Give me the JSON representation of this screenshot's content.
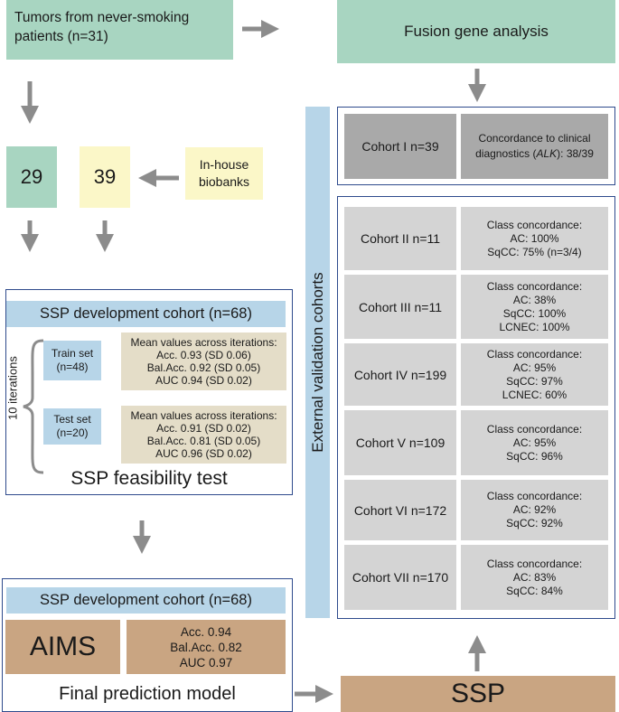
{
  "boxes": {
    "tumors": "Tumors from never-smoking patients (n=31)",
    "fusion": "Fusion gene analysis",
    "n29": "29",
    "n39": "39",
    "inhouse": "In-house biobanks"
  },
  "feasibility": {
    "cohort_title": "SSP development cohort (n=68)",
    "iterations": "10 iterations",
    "train_label": [
      "Train set",
      "(n=48)"
    ],
    "train_stats": [
      "Mean values across iterations:",
      "Acc. 0.93 (SD 0.06)",
      "Bal.Acc. 0.92 (SD 0.05)",
      "AUC 0.94 (SD 0.02)"
    ],
    "test_label": [
      "Test set",
      "(n=20)"
    ],
    "test_stats": [
      "Mean values across iterations:",
      "Acc. 0.91 (SD 0.02)",
      "Bal.Acc. 0.81 (SD 0.05)",
      "AUC 0.96 (SD 0.02)"
    ],
    "caption": "SSP feasibility test"
  },
  "final_model": {
    "cohort_title": "SSP development cohort (n=68)",
    "aims": "AIMS",
    "stats": [
      "Acc. 0.94",
      "Bal.Acc. 0.82",
      "AUC 0.97"
    ],
    "caption": "Final prediction model"
  },
  "ssp_label": "SSP",
  "external": {
    "sidebar_label": "External validation cohorts",
    "cohort1": {
      "name": "Cohort I n=39",
      "desc_pre": "Concordance to clinical diagnostics (",
      "desc_gene": "ALK",
      "desc_post": "): 38/39"
    },
    "cohorts": [
      {
        "name": "Cohort II n=11",
        "lines": [
          "Class concordance:",
          "AC: 100%",
          "SqCC: 75% (n=3/4)"
        ]
      },
      {
        "name": "Cohort III n=11",
        "lines": [
          "Class concordance:",
          "AC: 38%",
          "SqCC: 100%",
          "LCNEC: 100%"
        ]
      },
      {
        "name": "Cohort IV n=199",
        "lines": [
          "Class concordance:",
          "AC: 95%",
          "SqCC: 97%",
          "LCNEC: 60%"
        ]
      },
      {
        "name": "Cohort V n=109",
        "lines": [
          "Class concordance:",
          "AC: 95%",
          "SqCC: 96%"
        ]
      },
      {
        "name": "Cohort VI n=172",
        "lines": [
          "Class concordance:",
          "AC: 92%",
          "SqCC: 92%"
        ]
      },
      {
        "name": "Cohort VII n=170",
        "lines": [
          "Class concordance:",
          "AC: 83%",
          "SqCC: 84%"
        ]
      }
    ]
  },
  "colors": {
    "green": "#a8d5c1",
    "yellow": "#fbf7c8",
    "blue": "#b7d5e8",
    "tan": "#e4ddc8",
    "grey": "#d4d4d4",
    "brown": "#c9a582",
    "frame": "#2e4a8c",
    "arrow": "#8c8c8c"
  }
}
